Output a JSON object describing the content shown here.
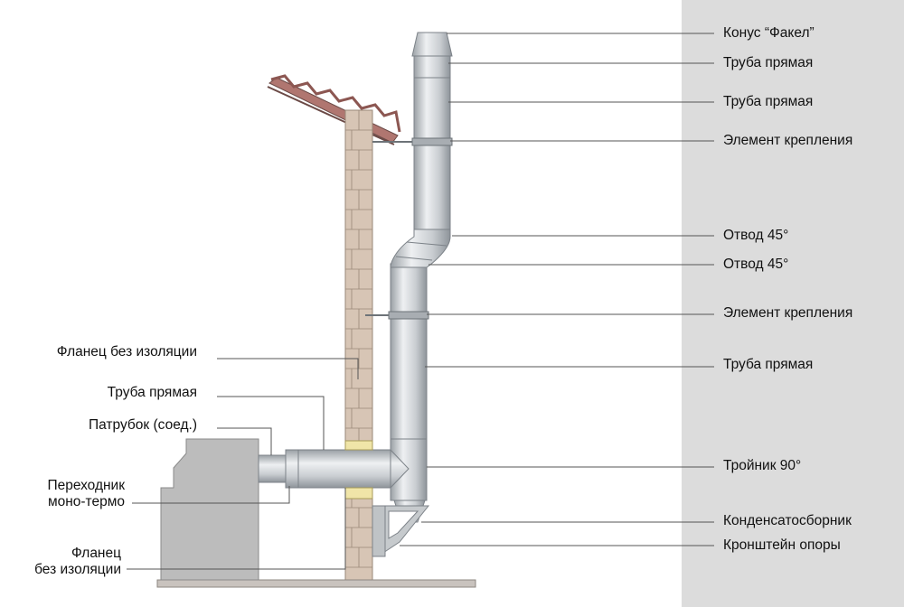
{
  "colors": {
    "wall": "#dcdcdc",
    "brick": "#d7c5b5",
    "brick_line": "#9a8878",
    "pipe": "#d0d3d6",
    "pipe_dark": "#9aa0a5",
    "boiler": "#bfbfbf",
    "insulation": "#f0e5a8",
    "roof": "#b07670",
    "leader": "#555555"
  },
  "right_labels": [
    {
      "id": "cone",
      "text": "Конус “Факел”"
    },
    {
      "id": "pipe1",
      "text": "Труба прямая"
    },
    {
      "id": "pipe2",
      "text": "Труба прямая"
    },
    {
      "id": "mount1",
      "text": "Элемент крепления"
    },
    {
      "id": "elbow1",
      "text": "Отвод 45°"
    },
    {
      "id": "elbow2",
      "text": "Отвод 45°"
    },
    {
      "id": "mount2",
      "text": "Элемент крепления"
    },
    {
      "id": "pipe3",
      "text": "Труба прямая"
    },
    {
      "id": "tee",
      "text": "Тройник 90°"
    },
    {
      "id": "condensate",
      "text": "Конденсатосборник"
    },
    {
      "id": "bracket",
      "text": "Кронштейн опоры"
    }
  ],
  "left_labels": [
    {
      "id": "flange1",
      "text": "Фланец без изоляции"
    },
    {
      "id": "pipe4",
      "text": "Труба прямая"
    },
    {
      "id": "spigot",
      "text": "Патрубок (соед.)"
    },
    {
      "id": "adapter_1",
      "text": "Переходник"
    },
    {
      "id": "adapter_2",
      "text": "моно-термо"
    },
    {
      "id": "flange2_1",
      "text": "Фланец"
    },
    {
      "id": "flange2_2",
      "text": "без изоляции"
    }
  ]
}
